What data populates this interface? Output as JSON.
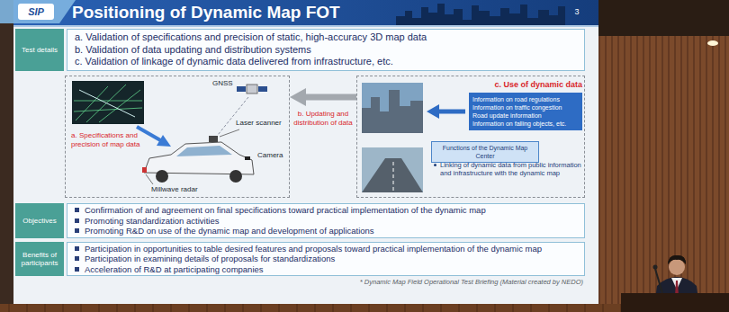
{
  "diagram": {
    "title": "Positioning of Dynamic Map FOT",
    "nodes": [
      {
        "text": [
          "Test details"
        ]
      },
      {
        "text": [
          "a. Validation of specifications and precision of static, high-accuracy 3D map data",
          "b. Validation of data updating and distribution systems",
          "c. Validation of linkage of dynamic data delivered from infrastructure, etc."
        ]
      },
      {
        "text": [
          "a. Specifications and precision of map data"
        ]
      },
      {
        "text": [
          "c. Use of dynamic data",
          "Linking of dynamic data from public information and infrastructure with the dynamic map"
        ]
      },
      {
        "text": [
          "Information on road regulations",
          "Information on traffic congestion",
          "Road update information",
          "Information on falling objects, etc."
        ],
        "in": 3
      },
      {
        "text": [
          "Functions of the Dynamic Map Center"
        ],
        "in": 3
      },
      {
        "text": [
          "Objectives"
        ]
      },
      {
        "text": [
          "Confirmation of and agreement on final specifications toward practical implementation of the dynamic map",
          "Promoting standardization activities",
          "Promoting R&D on use of the dynamic map and development of applications"
        ]
      },
      {
        "text": [
          "Benefits of participants"
        ]
      },
      {
        "text": [
          "Participation in opportunities to table desired features and proposals toward practical implementation of the dynamic map",
          "Participation in examining details of proposals for standardizations",
          "Acceleration of R&D at participating companies"
        ]
      }
    ],
    "edges": [
      {
        "from": 3,
        "to": 2,
        "arrow": "to",
        "label": "b. Updating and distribution of data"
      }
    ],
    "labels": [
      "SIP",
      "3",
      "GNSS",
      "Laser scanner",
      "Camera",
      "Millwave radar",
      "* Dynamic Map Field Operational Test Briefing (Material created by NEDO)"
    ]
  }
}
